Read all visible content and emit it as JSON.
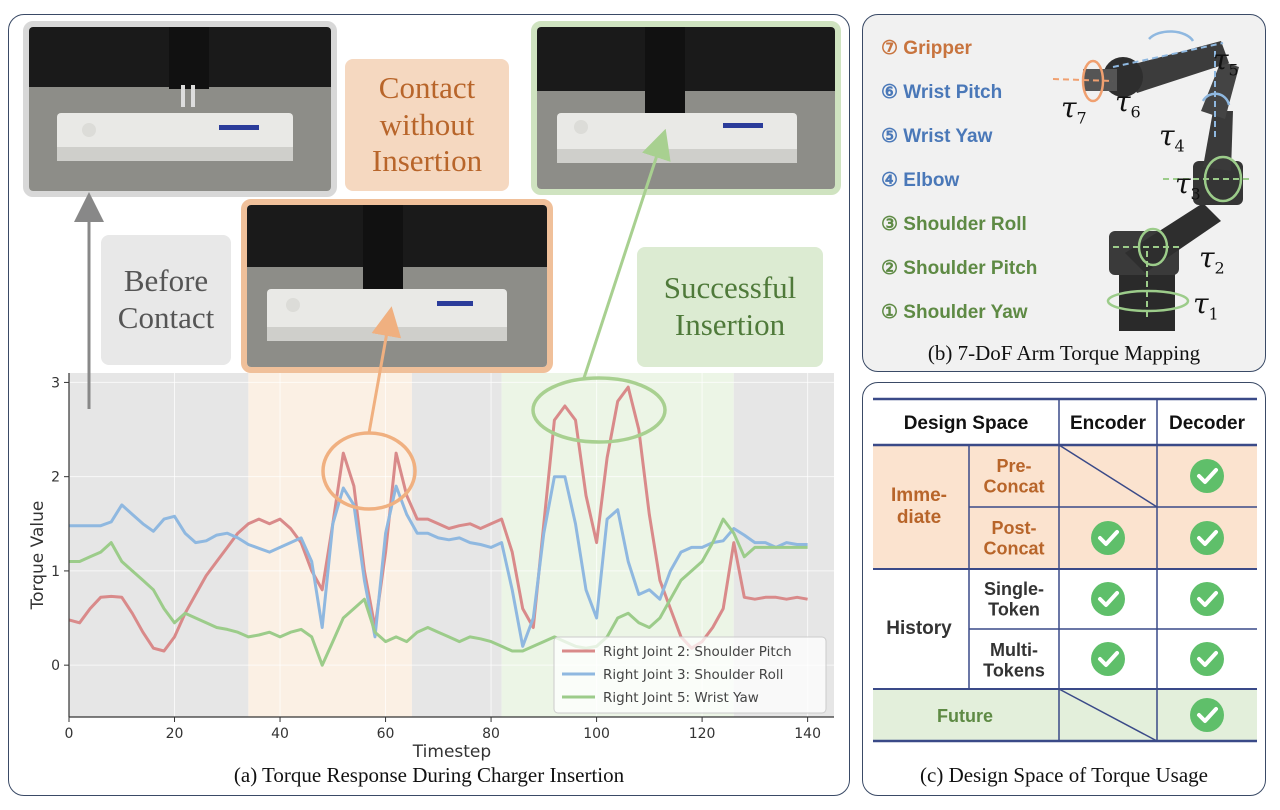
{
  "panel_a": {
    "caption": "(a) Torque Response During Charger Insertion",
    "labels": {
      "before": "Before\nContact",
      "contact": "Contact\nwithout\nInsertion",
      "success": "Successful\nInsertion"
    },
    "colors": {
      "gray": "#e8e8e8",
      "orange": "#f5d8c0",
      "green": "#dcebd2",
      "orange_text": "#b8652a",
      "green_text": "#4f7a3a",
      "gray_text": "#555555"
    }
  },
  "chart_data": {
    "type": "line",
    "xlabel": "Timestep",
    "ylabel": "Torque Value",
    "xlim": [
      0,
      145
    ],
    "ylim": [
      -0.55,
      3.1
    ],
    "xticks": [
      0,
      20,
      40,
      60,
      80,
      100,
      120,
      140
    ],
    "yticks": [
      0,
      1,
      2,
      3
    ],
    "grid": true,
    "legend_position": "bottom-right",
    "regions": [
      {
        "from": 0,
        "to": 34,
        "color": "#e6e6e6"
      },
      {
        "from": 34,
        "to": 65,
        "color": "#fbf0e4"
      },
      {
        "from": 65,
        "to": 82,
        "color": "#e6e6e6"
      },
      {
        "from": 82,
        "to": 126,
        "color": "#ecf5e6"
      },
      {
        "from": 126,
        "to": 145,
        "color": "#e6e6e6"
      }
    ],
    "series": [
      {
        "name": "Right Joint 2: Shoulder Pitch",
        "color": "#d98a8a",
        "x": [
          0,
          2,
          4,
          6,
          8,
          10,
          12,
          14,
          16,
          18,
          20,
          22,
          24,
          26,
          28,
          30,
          32,
          34,
          36,
          38,
          40,
          42,
          44,
          46,
          48,
          50,
          52,
          54,
          56,
          58,
          60,
          62,
          64,
          66,
          68,
          70,
          72,
          74,
          76,
          78,
          80,
          82,
          84,
          86,
          88,
          90,
          92,
          94,
          96,
          98,
          100,
          102,
          104,
          106,
          108,
          110,
          112,
          114,
          116,
          118,
          120,
          122,
          124,
          126,
          128,
          130,
          132,
          134,
          136,
          138,
          140
        ],
        "y": [
          0.48,
          0.45,
          0.6,
          0.72,
          0.73,
          0.72,
          0.55,
          0.35,
          0.18,
          0.15,
          0.3,
          0.55,
          0.75,
          0.95,
          1.1,
          1.25,
          1.4,
          1.5,
          1.55,
          1.5,
          1.55,
          1.45,
          1.3,
          1.0,
          0.8,
          1.5,
          2.25,
          1.9,
          1.0,
          0.4,
          1.2,
          2.25,
          1.8,
          1.55,
          1.55,
          1.5,
          1.45,
          1.48,
          1.5,
          1.45,
          1.5,
          1.55,
          1.2,
          0.6,
          0.4,
          1.5,
          2.6,
          2.75,
          2.6,
          1.8,
          1.3,
          2.2,
          2.8,
          2.95,
          2.5,
          1.6,
          0.9,
          0.6,
          0.3,
          0.18,
          0.25,
          0.4,
          0.6,
          1.3,
          0.72,
          0.7,
          0.72,
          0.72,
          0.7,
          0.72,
          0.7
        ]
      },
      {
        "name": "Right Joint 3: Shoulder Roll",
        "color": "#8fb8e0",
        "x": [
          0,
          2,
          4,
          6,
          8,
          10,
          12,
          14,
          16,
          18,
          20,
          22,
          24,
          26,
          28,
          30,
          32,
          34,
          36,
          38,
          40,
          42,
          44,
          46,
          48,
          50,
          52,
          54,
          56,
          58,
          60,
          62,
          64,
          66,
          68,
          70,
          72,
          74,
          76,
          78,
          80,
          82,
          84,
          86,
          88,
          90,
          92,
          94,
          96,
          98,
          100,
          102,
          104,
          106,
          108,
          110,
          112,
          114,
          116,
          118,
          120,
          122,
          124,
          126,
          128,
          130,
          132,
          134,
          136,
          138,
          140
        ],
        "y": [
          1.48,
          1.48,
          1.48,
          1.48,
          1.52,
          1.7,
          1.6,
          1.5,
          1.42,
          1.55,
          1.58,
          1.4,
          1.3,
          1.32,
          1.38,
          1.4,
          1.35,
          1.28,
          1.24,
          1.2,
          1.25,
          1.3,
          1.35,
          1.1,
          0.4,
          1.5,
          1.88,
          1.7,
          0.9,
          0.3,
          1.4,
          1.9,
          1.6,
          1.4,
          1.4,
          1.35,
          1.33,
          1.35,
          1.3,
          1.28,
          1.25,
          1.3,
          0.8,
          0.2,
          0.5,
          1.4,
          2.0,
          2.0,
          1.5,
          0.8,
          0.5,
          1.55,
          1.65,
          1.1,
          0.75,
          0.8,
          0.7,
          1.0,
          1.2,
          1.25,
          1.25,
          1.3,
          1.32,
          1.45,
          1.38,
          1.3,
          1.3,
          1.25,
          1.3,
          1.28,
          1.28
        ]
      },
      {
        "name": "Right Joint 5: Wrist Yaw",
        "color": "#9ccc8a",
        "x": [
          0,
          2,
          4,
          6,
          8,
          10,
          12,
          14,
          16,
          18,
          20,
          22,
          24,
          26,
          28,
          30,
          32,
          34,
          36,
          38,
          40,
          42,
          44,
          46,
          48,
          50,
          52,
          54,
          56,
          58,
          60,
          62,
          64,
          66,
          68,
          70,
          72,
          74,
          76,
          78,
          80,
          82,
          84,
          86,
          88,
          90,
          92,
          94,
          96,
          98,
          100,
          102,
          104,
          106,
          108,
          110,
          112,
          114,
          116,
          118,
          120,
          122,
          124,
          126,
          128,
          130,
          132,
          134,
          136,
          138,
          140
        ],
        "y": [
          1.1,
          1.1,
          1.15,
          1.2,
          1.3,
          1.1,
          1.0,
          0.9,
          0.8,
          0.6,
          0.45,
          0.55,
          0.5,
          0.45,
          0.4,
          0.38,
          0.35,
          0.3,
          0.32,
          0.35,
          0.3,
          0.35,
          0.38,
          0.3,
          0.0,
          0.25,
          0.5,
          0.6,
          0.7,
          0.35,
          0.25,
          0.3,
          0.25,
          0.35,
          0.4,
          0.35,
          0.3,
          0.25,
          0.3,
          0.28,
          0.25,
          0.2,
          0.15,
          0.15,
          0.2,
          0.25,
          0.3,
          0.25,
          0.2,
          0.18,
          0.2,
          0.3,
          0.5,
          0.55,
          0.45,
          0.4,
          0.5,
          0.7,
          0.9,
          1.0,
          1.1,
          1.3,
          1.55,
          1.4,
          1.15,
          1.25,
          1.25,
          1.25,
          1.25,
          1.25,
          1.25
        ]
      }
    ]
  },
  "panel_b": {
    "caption": "(b) 7-DoF Arm Torque Mapping",
    "joints": [
      {
        "label": "⑦ Gripper",
        "color": "#c8743e"
      },
      {
        "label": "⑥ Wrist Pitch",
        "color": "#4a78b8"
      },
      {
        "label": "⑤ Wrist Yaw",
        "color": "#4a78b8"
      },
      {
        "label": "④ Elbow",
        "color": "#4a78b8"
      },
      {
        "label": "③ Shoulder Roll",
        "color": "#5e8a44"
      },
      {
        "label": "② Shoulder Pitch",
        "color": "#5e8a44"
      },
      {
        "label": "① Shoulder Yaw",
        "color": "#5e8a44"
      }
    ],
    "taus": [
      {
        "sym": "τ",
        "sub": "1"
      },
      {
        "sym": "τ",
        "sub": "2"
      },
      {
        "sym": "τ",
        "sub": "3"
      },
      {
        "sym": "τ",
        "sub": "4"
      },
      {
        "sym": "τ",
        "sub": "5"
      },
      {
        "sym": "τ",
        "sub": "6"
      },
      {
        "sym": "τ",
        "sub": "7"
      }
    ]
  },
  "panel_c": {
    "caption": "(c) Design Space of Torque Usage",
    "headers": {
      "design_space": "Design Space",
      "encoder": "Encoder",
      "decoder": "Decoder"
    },
    "groups": {
      "immediate": "Imme-\ndiate",
      "history": "History",
      "future": "Future"
    },
    "rows": {
      "pre": "Pre-\nConcat",
      "post": "Post-\nConcat",
      "single": "Single-\nToken",
      "multi": "Multi-\nTokens"
    },
    "check_color": "#5fbf6a",
    "colors": {
      "immediate_bg": "#fbe3cf",
      "future_bg": "#e3efdb",
      "immediate_text": "#b8652a",
      "future_text": "#5e8a44",
      "history_text": "#333333",
      "line": "#3a4a88"
    }
  }
}
